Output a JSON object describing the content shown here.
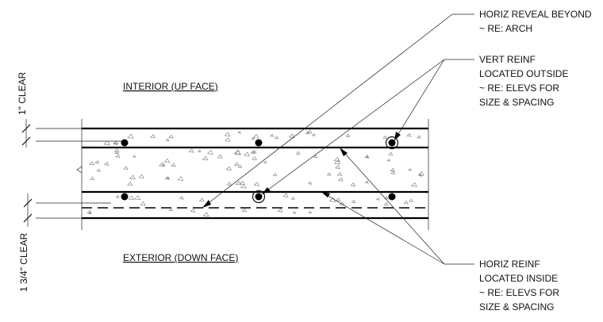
{
  "faces": {
    "interior": "INTERIOR (UP FACE)",
    "exterior": "EXTERIOR (DOWN FACE)"
  },
  "clearances": {
    "top": "1\" CLEAR",
    "bottom": "1 3/4\" CLEAR"
  },
  "callouts": {
    "horiz_reveal": [
      "HORIZ REVEAL BEYOND",
      "~ RE: ARCH"
    ],
    "vert_reinf": [
      "VERT REINF",
      "LOCATED OUTSIDE",
      "~ RE: ELEVS FOR",
      "SIZE & SPACING"
    ],
    "horiz_reinf": [
      "HORIZ REINF",
      "LOCATED INSIDE",
      "~ RE: ELEVS FOR",
      "SIZE & SPACING"
    ]
  }
}
